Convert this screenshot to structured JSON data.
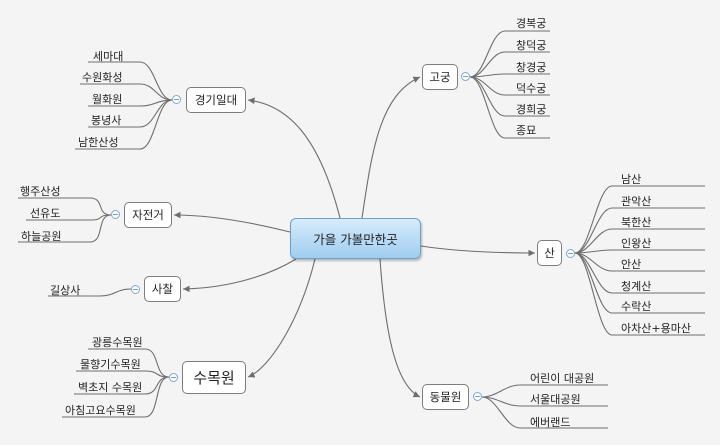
{
  "central": {
    "label": "가을 가볼만한곳"
  },
  "collapse_symbol": "−",
  "branches": {
    "palaces": {
      "label": "고궁",
      "children": [
        "경복궁",
        "창덕궁",
        "창경궁",
        "덕수궁",
        "경희궁",
        "종묘"
      ]
    },
    "gyeonggi": {
      "label": "경기일대",
      "children": [
        "세마대",
        "수원화성",
        "월화원",
        "봉녕사",
        "남한산성"
      ]
    },
    "bicycle": {
      "label": "자전거",
      "children": [
        "행주산성",
        "선유도",
        "하늘공원"
      ]
    },
    "temple": {
      "label": "사찰",
      "children": [
        "길상사"
      ]
    },
    "arboretum": {
      "label": "수목원",
      "children": [
        "광릉수목원",
        "물향기수목원",
        "벽초지 수목원",
        "아침고요수목원"
      ]
    },
    "mountain": {
      "label": "산",
      "children": [
        "남산",
        "관악산",
        "북한산",
        "인왕산",
        "안산",
        "청계산",
        "수락산",
        "아차산+용마산"
      ]
    },
    "zoo": {
      "label": "동물원",
      "children": [
        "어린이 대공원",
        "서울대공원",
        "에버랜드"
      ]
    }
  },
  "colors": {
    "line": "#6e6e6e",
    "node_border": "#7d7d7d",
    "central_top": "#d6ecfb",
    "central_bottom": "#9fcdf0",
    "collapse_border": "#7aa9d6"
  }
}
